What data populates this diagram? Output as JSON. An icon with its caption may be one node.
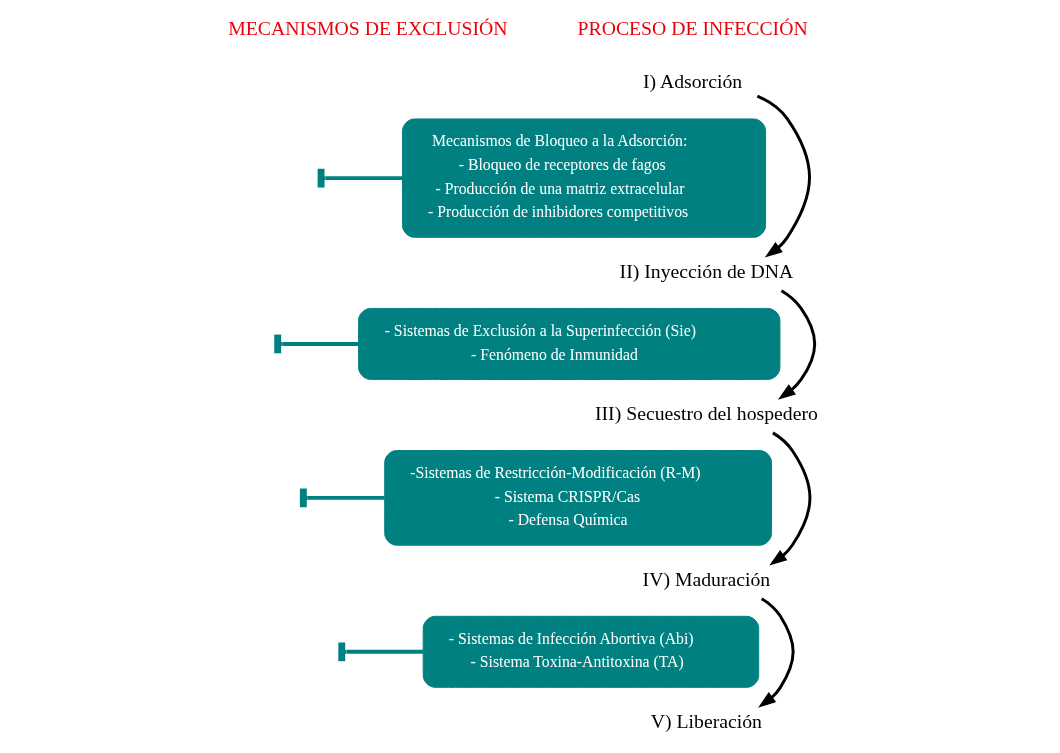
{
  "diagram": {
    "nodes": [
      {
        "text": [
          "I) Adsorción"
        ]
      },
      {
        "text": [
          "Mecanismos de Bloqueo a la Adsorción:",
          "- Bloqueo de receptores de fagos",
          "- Producción de una matriz extracelular",
          "- Producción de inhibidores competitivos"
        ]
      },
      {
        "text": [
          "II) Inyección de DNA"
        ]
      },
      {
        "text": [
          "- Sistemas de Exclusión a la Superinfección (Sie)",
          "- Fenómeno de Inmunidad"
        ]
      },
      {
        "text": [
          "III) Secuestro del hospedero"
        ]
      },
      {
        "text": [
          "-Sistemas de Restricción-Modificación (R-M)",
          "- Sistema CRISPR/Cas",
          "- Defensa Química"
        ]
      },
      {
        "text": [
          "IV) Maduración"
        ]
      },
      {
        "text": [
          "- Sistemas de Infección Abortiva (Abi)",
          "- Sistema Toxina-Antitoxina (TA)"
        ]
      },
      {
        "text": [
          "V) Liberación"
        ]
      }
    ],
    "edges": [
      {
        "from": 0,
        "to": 2,
        "arrow": "to"
      },
      {
        "from": 1,
        "to": null,
        "arrow": "other",
        "color": "#008080"
      },
      {
        "from": 2,
        "to": 4,
        "arrow": "to"
      },
      {
        "from": 3,
        "to": null,
        "arrow": "other",
        "color": "#008080"
      },
      {
        "from": 4,
        "to": 6,
        "arrow": "to"
      },
      {
        "from": 5,
        "to": null,
        "arrow": "other",
        "color": "#008080"
      },
      {
        "from": 6,
        "to": 8,
        "arrow": "to"
      },
      {
        "from": 7,
        "to": null,
        "arrow": "other",
        "color": "#008080"
      }
    ],
    "labels": [
      "PROCESO DE INFECCIÓN",
      "MECANISMOS DE EXCLUSIÓN"
    ]
  }
}
